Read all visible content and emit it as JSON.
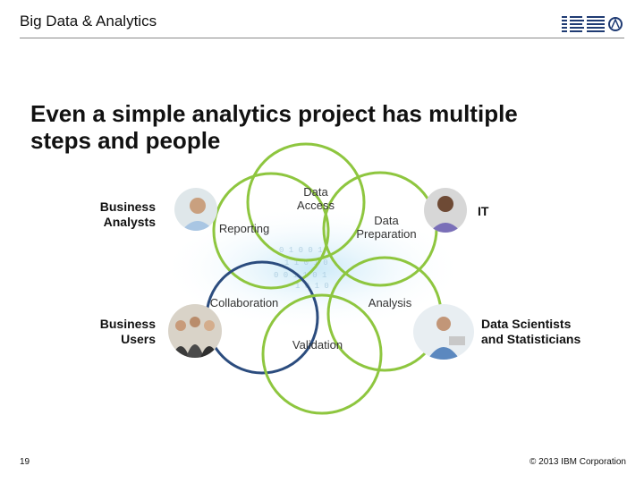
{
  "header": {
    "title": "Big Data & Analytics",
    "logo_text": "IBM"
  },
  "headline": {
    "line1": "Even a simple analytics project has multiple",
    "line2": "steps and people"
  },
  "diagram": {
    "steps": {
      "data_access": "Data Access",
      "reporting": "Reporting",
      "data_preparation": "Data Preparation",
      "collaboration": "Collaboration",
      "analysis": "Analysis",
      "validation": "Validation"
    },
    "roles": {
      "business_analysts": "Business Analysts",
      "business_users": "Business Users",
      "it": "IT",
      "data_scientists": "Data Scientists and Statisticians"
    },
    "colors": {
      "green_ring": "#8ec63f",
      "dark_ring": "#2b4c7e",
      "glow": "#b7e1f5"
    }
  },
  "footer": {
    "page_number": "19",
    "copyright": "© 2013 IBM Corporation"
  }
}
